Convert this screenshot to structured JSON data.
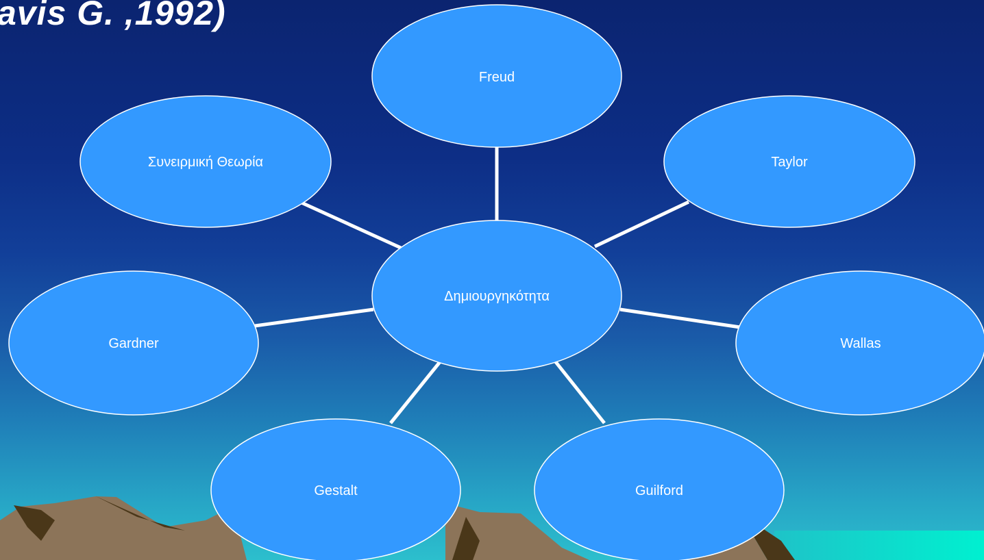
{
  "title": "avis G. ,1992)",
  "center": {
    "label": "Δημιουργηκότητα"
  },
  "nodes": [
    {
      "id": "freud",
      "label": "Freud"
    },
    {
      "id": "taylor",
      "label": "Taylor"
    },
    {
      "id": "wallas",
      "label": "Wallas"
    },
    {
      "id": "guilford",
      "label": "Guilford"
    },
    {
      "id": "gestalt",
      "label": "Gestalt"
    },
    {
      "id": "gardner",
      "label": "Gardner"
    },
    {
      "id": "associative",
      "label": "Συνειρμική Θεωρία"
    }
  ],
  "colors": {
    "node_fill": "#3399ff",
    "node_stroke": "#ffffff",
    "connector": "#ffffff",
    "text": "#ffffff",
    "mountain_light": "#8c7459",
    "mountain_dark": "#4a3719"
  },
  "icons": [
    "mountains-decoration"
  ]
}
